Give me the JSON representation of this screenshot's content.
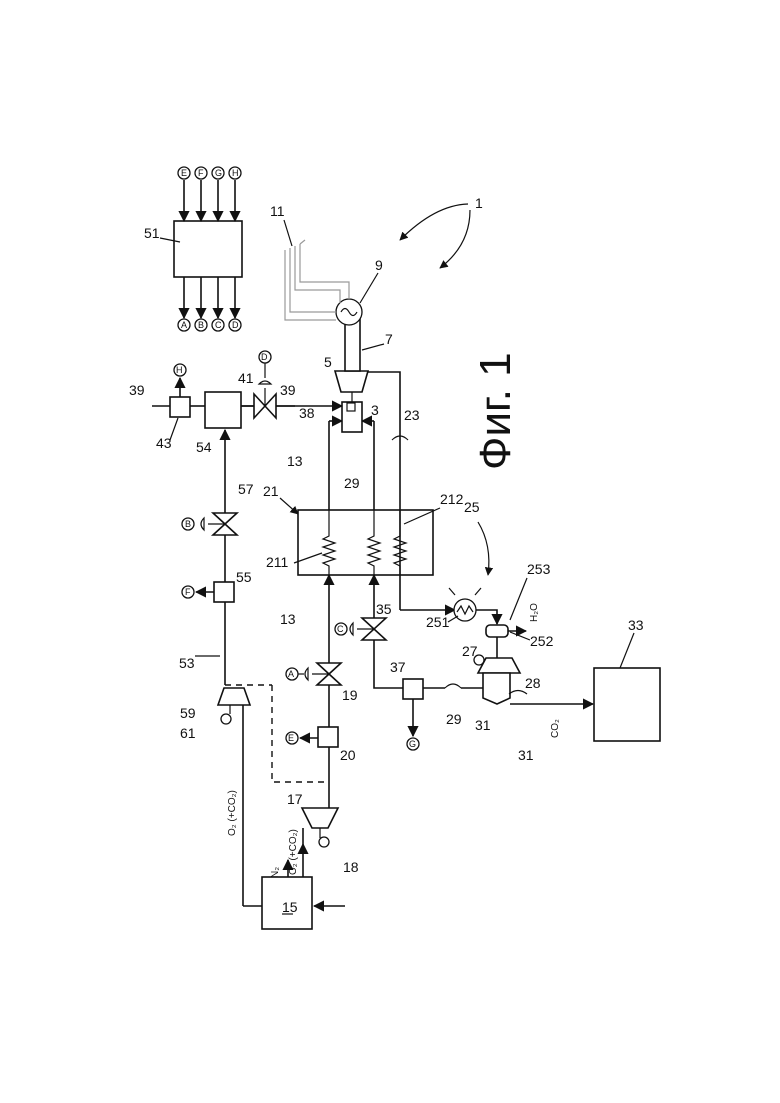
{
  "figure": {
    "caption": "Фиг. 1",
    "gas_labels": {
      "o2_co2_a": "O₂ (+CO₂)",
      "o2_co2_b": "O₂ (+CO₂)",
      "n2": "N₂",
      "h2o": "H₂O",
      "co2": "CO₂"
    },
    "reference_numerals": {
      "n1": "1",
      "n3": "3",
      "n5": "5",
      "n7": "7",
      "n9": "9",
      "n11": "11",
      "n13a": "13",
      "n13b": "13",
      "n15": "15",
      "n17": "17",
      "n18": "18",
      "n19": "19",
      "n20": "20",
      "n21": "21",
      "n211": "211",
      "n212": "212",
      "n23": "23",
      "n25": "25",
      "n251": "251",
      "n252": "252",
      "n253": "253",
      "n27": "27",
      "n28": "28",
      "n29a": "29",
      "n29b": "29",
      "n31a": "31",
      "n31b": "31",
      "n33": "33",
      "n35": "35",
      "n37": "37",
      "n38": "38",
      "n39a": "39",
      "n39b": "39",
      "n41": "41",
      "n43": "43",
      "n51": "51",
      "n53": "53",
      "n54": "54",
      "n55": "55",
      "n57": "57",
      "n59": "59",
      "n61": "61"
    },
    "signals": {
      "e": "E",
      "a": "A",
      "c": "C",
      "g": "G",
      "f": "F",
      "b": "B",
      "d": "D",
      "h": "H",
      "ctrl_in": [
        "E",
        "F",
        "G",
        "H"
      ],
      "ctrl_out": [
        "A",
        "B",
        "C",
        "D"
      ]
    }
  }
}
